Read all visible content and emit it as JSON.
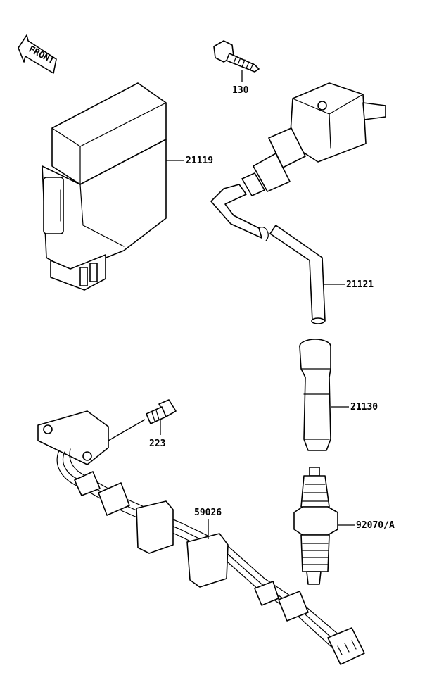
{
  "front_marker": {
    "text": "FRONT"
  },
  "callouts": {
    "bolt_small": "130",
    "ecu": "21119",
    "ignition_coil_lead": "21121",
    "plug_cap": "21130",
    "screw": "223",
    "wire_harness": "59026",
    "spark_plug": "92070/A"
  },
  "colors": {
    "line": "#000000",
    "background": "#ffffff"
  }
}
